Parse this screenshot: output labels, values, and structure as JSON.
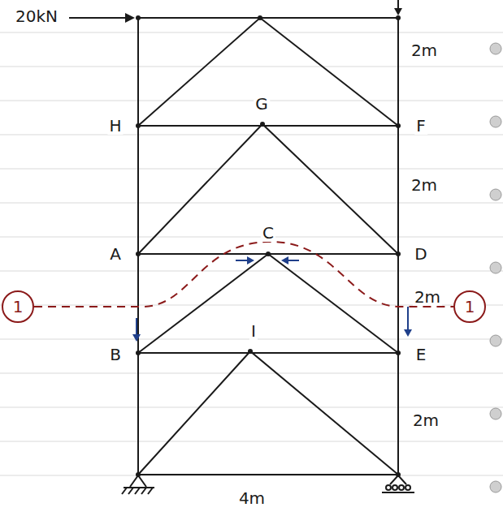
{
  "diagram": {
    "nodes": [
      {
        "text": [
          "1"
        ]
      },
      {
        "text": [
          "1"
        ]
      }
    ],
    "edges": [
      {
        "from": 0,
        "to": 1,
        "arrow": "none"
      }
    ],
    "labels": [
      "20kN",
      "2m",
      "H",
      "G",
      "F",
      "2m",
      "A",
      "C",
      "D",
      "2m",
      "B",
      "I",
      "E",
      "2m",
      "4m"
    ]
  }
}
